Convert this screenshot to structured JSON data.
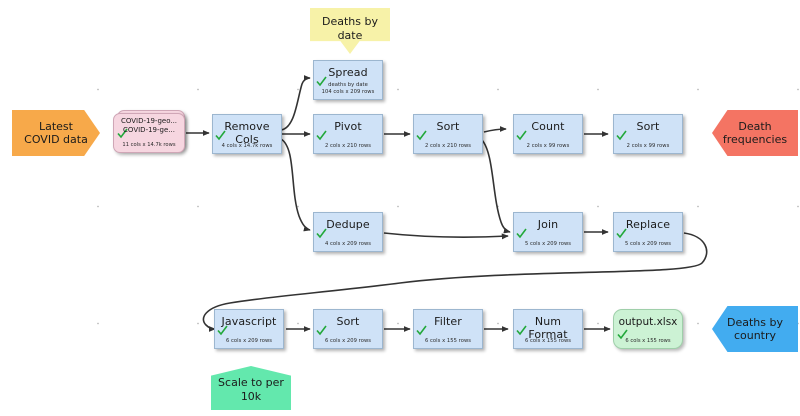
{
  "canvas": {
    "background": "#ffffff",
    "grid_dot_color": "#b9b9b9",
    "node_fill": "#cfe2f7",
    "node_stroke": "#9cb6cf",
    "file_fill": "#f6d6e0",
    "output_fill": "#ccf2d4",
    "edge_color": "#3a3a3a",
    "tick_color": "#22a83a"
  },
  "tags": [
    {
      "id": "latest-covid-data",
      "label": "Latest\nCOVID data",
      "line1": "Latest",
      "line2": "COVID data",
      "color": "#f7a94a",
      "shape": "arrow-right"
    },
    {
      "id": "deaths-by-date",
      "label": "Deaths by\ndate",
      "line1": "Deaths by",
      "line2": "date",
      "color": "#f7f2a8",
      "shape": "callout-down"
    },
    {
      "id": "death-frequencies",
      "label": "Death\nfrequencies",
      "line1": "Death",
      "line2": "frequencies",
      "color": "#f47463",
      "shape": "arrow-left"
    },
    {
      "id": "deaths-by-country",
      "label": "Deaths by\ncountry",
      "line1": "Deaths by",
      "line2": "country",
      "color": "#42acf0",
      "shape": "arrow-left"
    },
    {
      "id": "scale-to-per-10k",
      "label": "Scale to per\n10k",
      "line1": "Scale to per",
      "line2": "10k",
      "color": "#63e8ad",
      "shape": "callout-up"
    }
  ],
  "file_node": {
    "id": "covid-source-files",
    "line1": "COVID-19-geo...",
    "line2": "COVID-19-ge...",
    "stats": "11 cols x 14.7k rows",
    "checked": true
  },
  "nodes": [
    {
      "id": "remove-cols",
      "title": "Remove Cols",
      "stats": "4 cols x 14.7k rows",
      "checked": true
    },
    {
      "id": "spread",
      "title": "Spread",
      "note": "deaths by date",
      "stats": "104 cols x 209 rows",
      "checked": true
    },
    {
      "id": "pivot",
      "title": "Pivot",
      "stats": "2 cols x 210 rows",
      "checked": true
    },
    {
      "id": "sort-top-1",
      "title": "Sort",
      "stats": "2 cols x 210 rows",
      "checked": true
    },
    {
      "id": "count",
      "title": "Count",
      "stats": "2 cols x 99 rows",
      "checked": true
    },
    {
      "id": "sort-top-2",
      "title": "Sort",
      "stats": "2 cols x 99 rows",
      "checked": true
    },
    {
      "id": "dedupe",
      "title": "Dedupe",
      "stats": "4 cols x 209 rows",
      "checked": true
    },
    {
      "id": "join",
      "title": "Join",
      "stats": "5 cols x 209 rows",
      "checked": true
    },
    {
      "id": "replace",
      "title": "Replace",
      "stats": "5 cols x 209 rows",
      "checked": true
    },
    {
      "id": "javascript",
      "title": "Javascript",
      "stats": "6 cols x 209 rows",
      "checked": true
    },
    {
      "id": "sort-bottom",
      "title": "Sort",
      "stats": "6 cols x 209 rows",
      "checked": true
    },
    {
      "id": "filter",
      "title": "Filter",
      "stats": "6 cols x 155 rows",
      "checked": true
    },
    {
      "id": "num-format",
      "title": "Num Format",
      "stats": "6 cols x 155 rows",
      "checked": true
    }
  ],
  "output_node": {
    "id": "output-xlsx",
    "title": "output.xlsx",
    "stats": "6 cols x 155 rows",
    "checked": true
  }
}
